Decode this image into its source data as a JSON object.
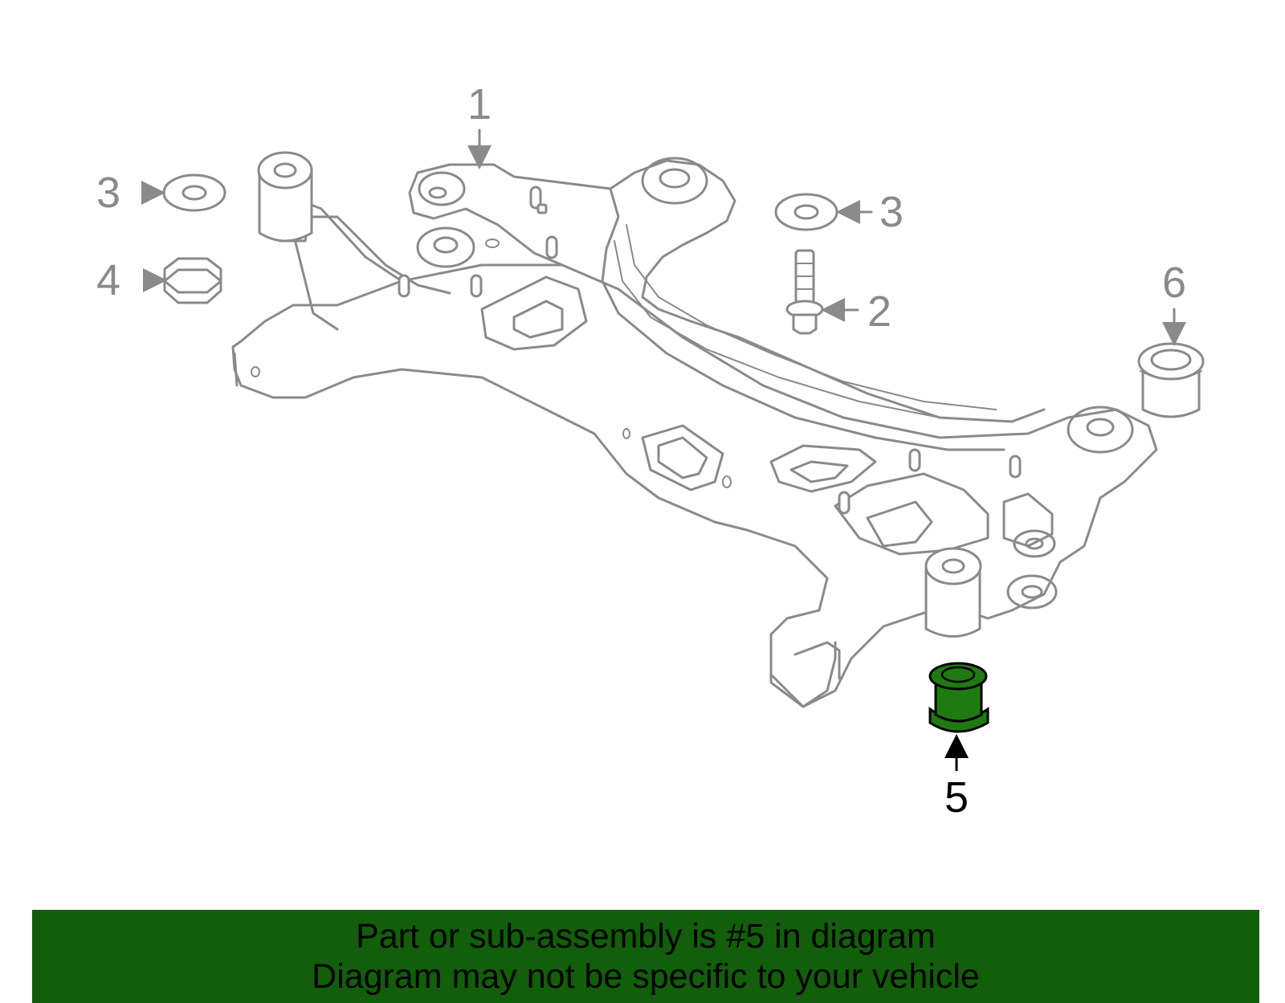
{
  "callouts": {
    "c1": "1",
    "c2": "2",
    "c3_left": "3",
    "c3_right": "3",
    "c4": "4",
    "c5": "5",
    "c6": "6"
  },
  "banner": {
    "line1": "Part or sub-assembly is #5 in diagram",
    "line2": "Diagram may not be specific to your vehicle"
  },
  "colors": {
    "line_gray": "#8a8a8a",
    "banner_green": "#125e0a",
    "highlight_green": "#1f7a12",
    "text_black": "#000000"
  },
  "highlighted_part": "5"
}
